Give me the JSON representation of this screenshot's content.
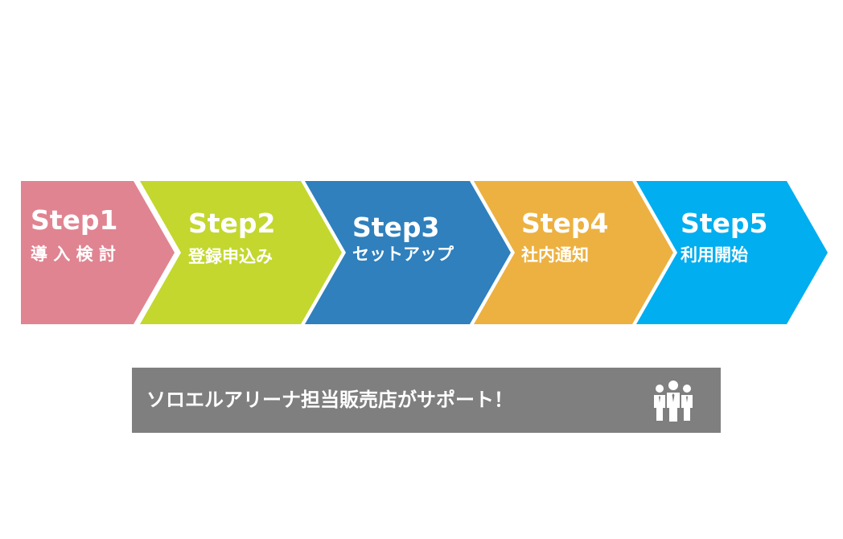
{
  "steps": [
    {
      "title": "Step1",
      "subtitle": "導 入 検 討",
      "color": "#e08491"
    },
    {
      "title": "Step2",
      "subtitle": "登録申込み",
      "color": "#c3d72f"
    },
    {
      "title": "Step3",
      "subtitle": "セットアップ",
      "color": "#2f80bd"
    },
    {
      "title": "Step4",
      "subtitle": "社内通知",
      "color": "#ecb141"
    },
    {
      "title": "Step5",
      "subtitle": "利用開始",
      "color": "#01aeef"
    }
  ],
  "support": {
    "text": "ソロエルアリーナ担当販売店がサポート！",
    "background": "#7f7f7f",
    "icon": "people-group-icon"
  }
}
